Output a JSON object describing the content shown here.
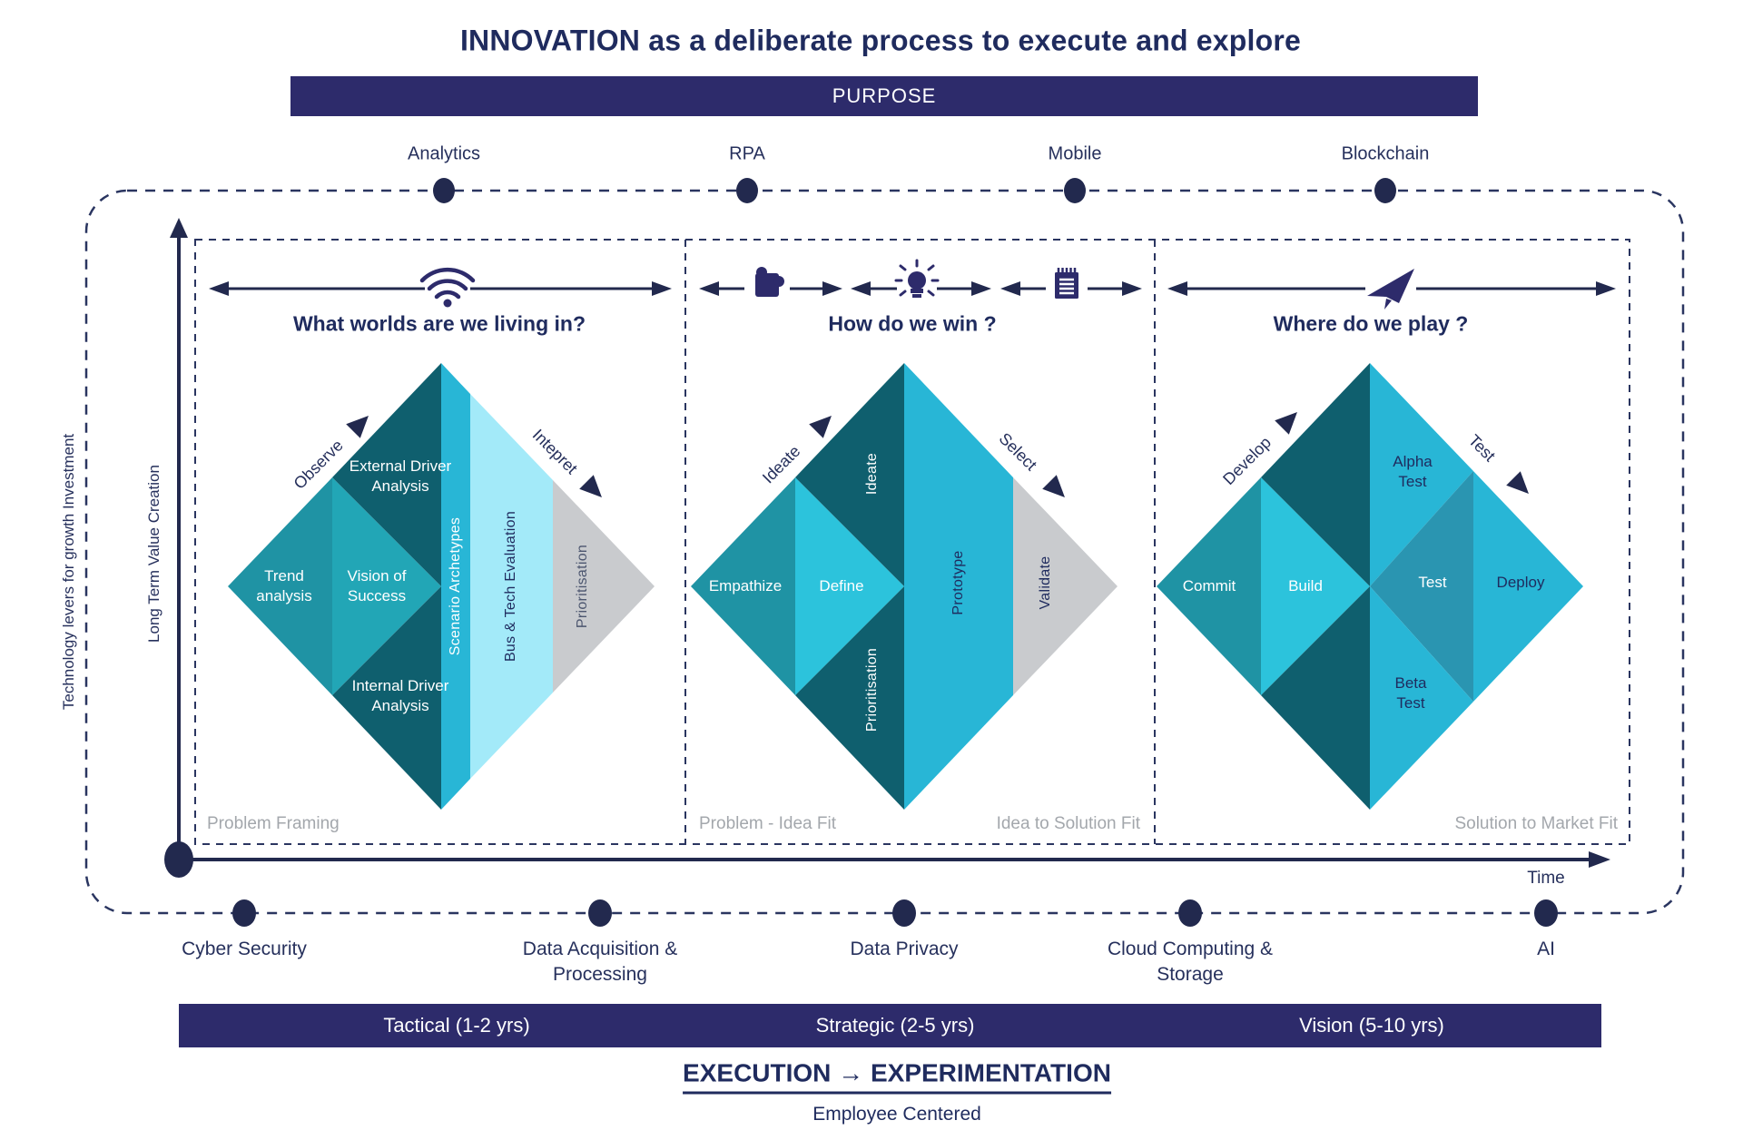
{
  "title": "INNOVATION as a deliberate process to execute and explore",
  "purpose_label": "PURPOSE",
  "top_technologies": [
    "Analytics",
    "RPA",
    "Mobile",
    "Blockchain"
  ],
  "bottom_technologies": [
    "Cyber Security",
    "Data Acquisition & Processing",
    "Data Privacy",
    "Cloud Computing & Storage",
    "AI"
  ],
  "axes": {
    "outer_y_label": "Technology levers for growth Investment",
    "y_label": "Long Term Value Creation",
    "x_label": "Time"
  },
  "sections": [
    {
      "question": "What worlds are we living in?",
      "edge_left": "Observe",
      "edge_right": "Intepret",
      "stages": [
        "Problem Framing"
      ],
      "diamond": {
        "left": "Trend analysis",
        "inner": "Vision of Success",
        "top": "External Driver Analysis",
        "bottom": "Internal Driver Analysis",
        "center_band": "Scenario Archetypes",
        "right_band": "Bus & Tech Evaluation",
        "tip": "Prioritisation"
      }
    },
    {
      "question": "How do we win ?",
      "edge_left": "Ideate",
      "edge_right": "Select",
      "stages": [
        "Problem - Idea Fit",
        "Idea to Solution Fit"
      ],
      "diamond": {
        "left": "Empathize",
        "inner": "Define",
        "top": "Ideate",
        "bottom": "Prioritisation",
        "right_half": "Prototype",
        "tip": "Validate"
      }
    },
    {
      "question": "Where do we play ?",
      "edge_left": "Develop",
      "edge_right": "Test",
      "stages": [
        "Solution to Market Fit"
      ],
      "diamond": {
        "left": "Commit",
        "inner": "Build",
        "top_right": "Alpha Test",
        "center_right": "Test",
        "tip": "Deploy",
        "bottom_right": "Beta Test"
      }
    }
  ],
  "horizons": [
    "Tactical (1-2 yrs)",
    "Strategic (2-5 yrs)",
    "Vision (5-10 yrs)"
  ],
  "footer": {
    "headline": "EXECUTION → EXPERIMENTATION",
    "subline": "Employee Centered"
  },
  "colors": {
    "navy": "#26305c",
    "banner": "#2d2b6b",
    "teal": "#1f93a4",
    "teal_light": "#22a6b6",
    "teal_dark": "#0f5f6e",
    "cyan": "#28b6d6",
    "cyan_bright": "#2cc3dc",
    "cyan_pale": "#a3eaf9",
    "cyan_mid": "#2a95b1",
    "gray": "#c9cbce",
    "gray_text": "#a3a7ac"
  }
}
